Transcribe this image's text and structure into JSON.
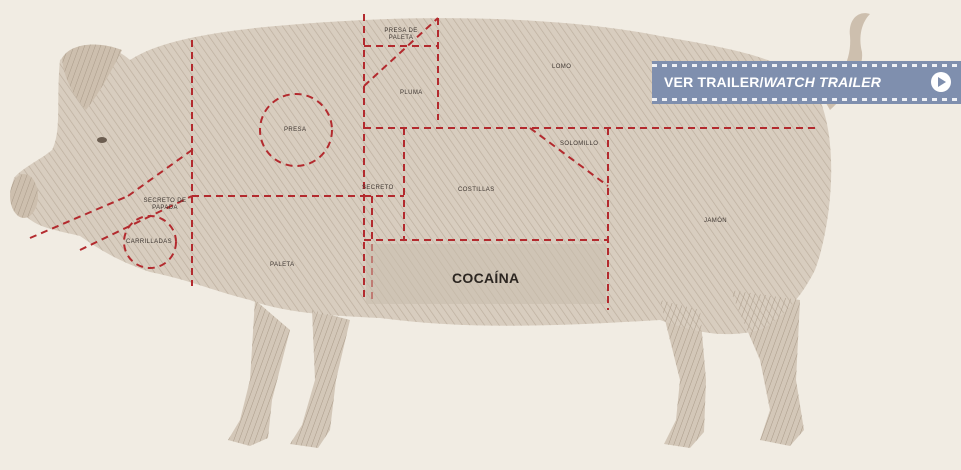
{
  "trailer": {
    "label_es": "VER TRAILER/",
    "label_en": "WATCH TRAILER",
    "icon": "play-circle-icon"
  },
  "cuts": {
    "presa_paleta": "PRESA DE PALETA",
    "pluma": "PLUMA",
    "lomo": "LOMO",
    "presa": "PRESA",
    "solomillo": "SOLOMILLO",
    "secreto_papada": "SECRETO DE PAPADA",
    "secreto": "SECRETO",
    "costillas": "COSTILLAS",
    "jamon": "JAMÓN",
    "carrilladas": "CARRILLADAS",
    "paleta": "PALETA",
    "cocaina": "COCAÍNA"
  },
  "colors": {
    "background": "#f1ece3",
    "pig_fill": "#d6cbbd",
    "pig_hatch": "#b5a797",
    "cut_lines": "#b32a2e",
    "trailer_bg": "#7f8fae"
  }
}
